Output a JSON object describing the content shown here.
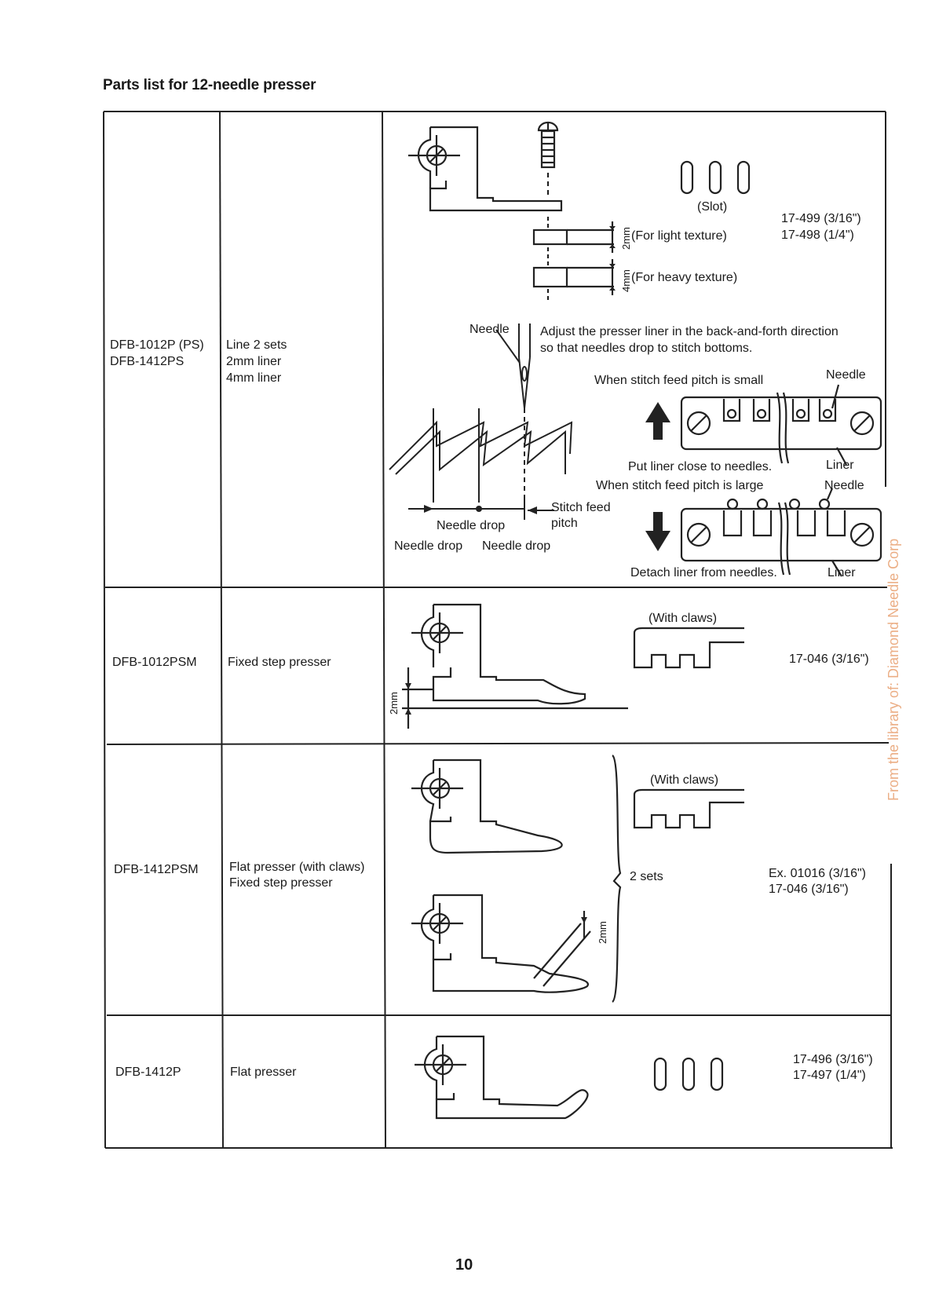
{
  "page": {
    "title": "Parts list for 12-needle presser",
    "page_number": "10",
    "watermark": "From the library of: Diamond Needle Corp"
  },
  "rows": [
    {
      "model": "DFB-1012P (PS)\nDFB-1412PS",
      "description": "Line 2 sets\n2mm liner\n4mm liner",
      "figure": {
        "slot_label": "(Slot)",
        "light_texture": "(For light texture)",
        "heavy_texture": "(For heavy texture)",
        "dim_2mm": "2mm",
        "dim_4mm": "4mm",
        "part_numbers": "17-499 (3/16\")\n17-498 (1/4\")",
        "needle_label": "Needle",
        "adjust_note": "Adjust the presser liner in the back-and-forth direction\nso that needles drop to stitch bottoms.",
        "small_pitch": "When stitch feed pitch is small",
        "needle_label_2": "Needle",
        "close_note": "Put liner close to needles.",
        "liner_label": "Liner",
        "large_pitch": "When stitch feed pitch is large",
        "needle_label_3": "Needle",
        "stitch_feed": "Stitch feed\npitch",
        "needle_drop_1": "Needle drop",
        "needle_drop_2": "Needle drop",
        "needle_drop_3": "Needle drop",
        "detach_note": "Detach liner from needles.",
        "liner_label_2": "Liner"
      }
    },
    {
      "model": "DFB-1012PSM",
      "description": "Fixed step presser",
      "figure": {
        "claws_label": "(With claws)",
        "dim_2mm": "2mm",
        "part_numbers": "17-046 (3/16\")"
      }
    },
    {
      "model": "DFB-1412PSM",
      "description": "Flat presser (with claws)\nFixed step presser",
      "figure": {
        "claws_label": "(With claws)",
        "sets_label": "2 sets",
        "dim_2mm": "2mm",
        "part_numbers": "Ex. 01016 (3/16\")\n17-046 (3/16\")"
      }
    },
    {
      "model": "DFB-1412P",
      "description": "Flat presser",
      "figure": {
        "part_numbers": "17-496 (3/16\")\n17-497 (1/4\")"
      }
    }
  ]
}
